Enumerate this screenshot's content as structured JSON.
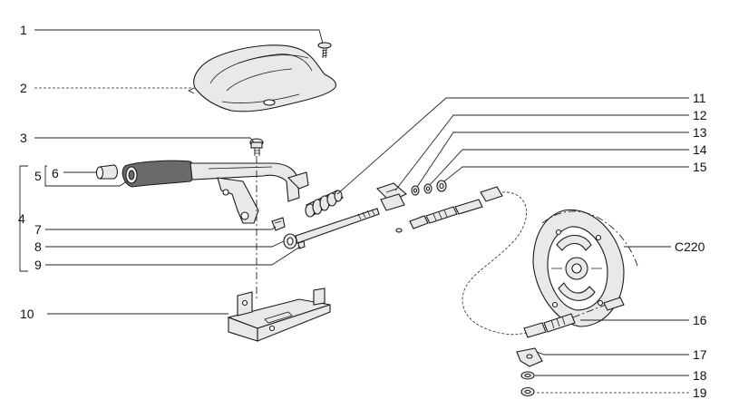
{
  "callouts": {
    "c1": "1",
    "c2": "2",
    "c3": "3",
    "c4": "4",
    "c5": "5",
    "c6": "6",
    "c7": "7",
    "c8": "8",
    "c9": "9",
    "c10": "10",
    "c11": "11",
    "c12": "12",
    "c13": "13",
    "c14": "14",
    "c15": "15",
    "c220": "C220",
    "c16": "16",
    "c17": "17",
    "c18": "18",
    "c19": "19"
  }
}
